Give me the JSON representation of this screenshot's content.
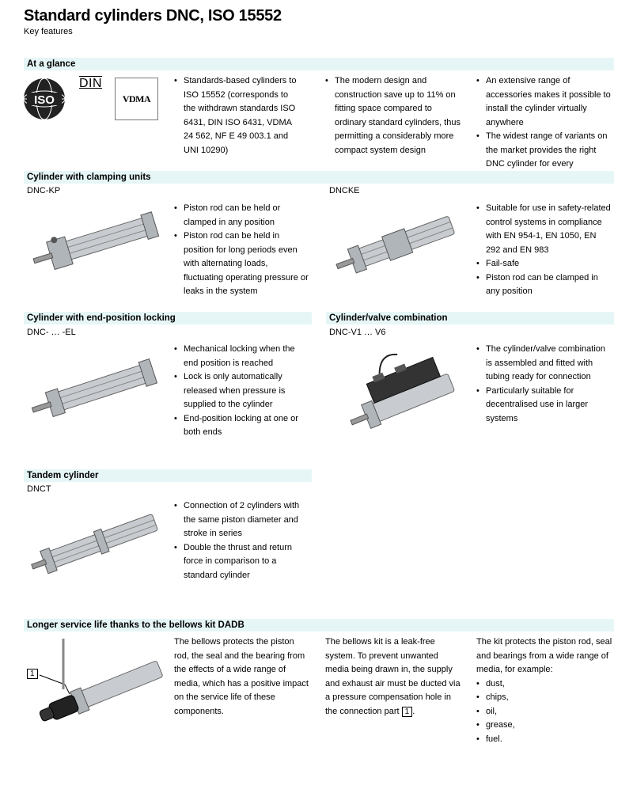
{
  "header": {
    "title": "Standard cylinders DNC, ISO 15552",
    "subtitle": "Key features"
  },
  "glance": {
    "heading": "At a glance",
    "logo_iso": "ISO",
    "logo_din": "DIN",
    "logo_vdma": "VDMA",
    "col1": [
      "Standards-based cylinders to ISO 15552 (corresponds to the withdrawn standards ISO 6431, DIN ISO 6431, VDMA 24 562, NF E 49 003.1 and UNI 10290)"
    ],
    "col2": [
      "The modern design and construction save up to 11% on fitting space compared to ordinary standard cylinders, thus permitting a considerably more compact system design"
    ],
    "col3": [
      "An extensive range of accessories makes it possible to install the cylinder virtually anywhere",
      "The widest range of variants on the market provides the right DNC cylinder for every application"
    ]
  },
  "clamping": {
    "heading": "Cylinder with clamping units",
    "left_model": "DNC-KP",
    "left_bullets": [
      "Piston rod can be held or clamped in any position",
      "Piston rod can be held in position for long periods even with alternating loads, fluctuating operating pressure or leaks in the system"
    ],
    "right_model": "DNCKE",
    "right_bullets": [
      "Suitable for use in safety-related control systems in compliance with EN 954-1, EN 1050, EN 292 and EN 983",
      "Fail-safe",
      "Piston rod can be clamped in any position"
    ]
  },
  "locking": {
    "heading": "Cylinder with end-position locking",
    "model": "DNC- … -EL",
    "bullets": [
      "Mechanical locking when the end position is reached",
      "Lock is only automatically released when pressure is supplied to the cylinder",
      "End-position locking at one or both ends"
    ]
  },
  "valve": {
    "heading": "Cylinder/valve combination",
    "model": "DNC-V1 … V6",
    "bullets": [
      "The cylinder/valve combination is assembled and fitted with tubing ready for connection",
      "Particularly suitable for decentralised use in larger systems"
    ]
  },
  "tandem": {
    "heading": "Tandem cylinder",
    "model": "DNCT",
    "bullets": [
      "Connection of 2 cylinders with the same piston diameter and stroke in series",
      "Double the thrust and return force in comparison to a standard cylinder"
    ]
  },
  "bellows": {
    "heading": "Longer service life thanks to the bellows kit DADB",
    "callout": "1",
    "col1": "The bellows protects the piston rod, the seal and the bearing from the effects of a wide range of media, which has a positive impact on the service life of these components.",
    "col2_pre": "The bellows kit is a leak-free system. To prevent unwanted media being drawn in, the supply and exhaust air must be ducted via a pressure compensation hole in the connection part",
    "col2_ref": "1",
    "col2_post": ".",
    "col3_intro": "The kit protects the piston rod, seal and bearings from a wide range of media, for example:",
    "col3_items": [
      "dust,",
      "chips,",
      "oil,",
      "grease,",
      "fuel."
    ]
  },
  "colors": {
    "band": "#e6f6f6",
    "metal": "#c8ccd0"
  }
}
